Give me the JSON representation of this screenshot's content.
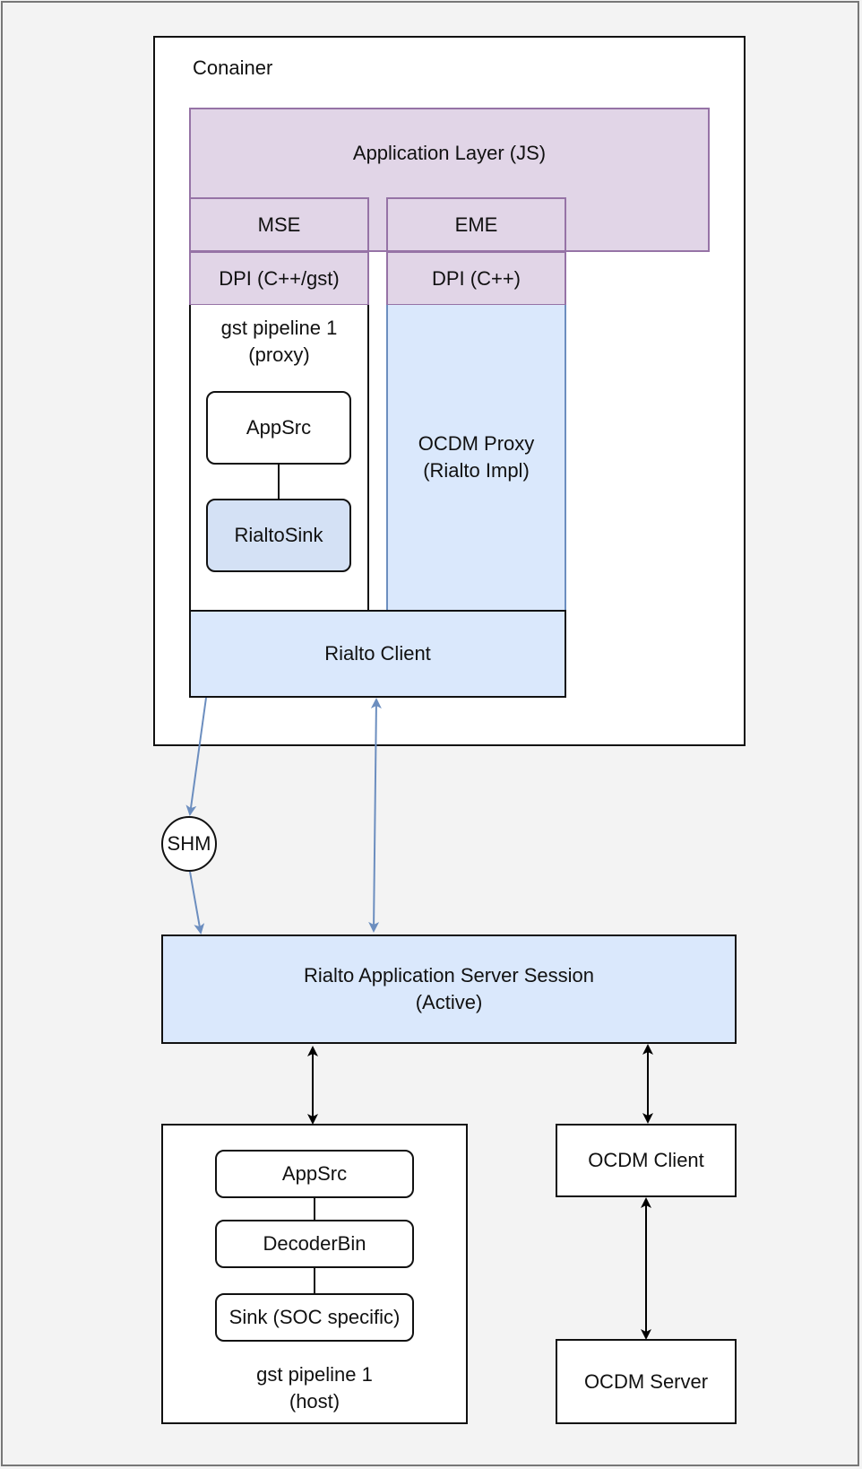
{
  "container": {
    "label": "Conainer"
  },
  "app_layer": {
    "label": "Application Layer (JS)"
  },
  "mse": {
    "label": "MSE"
  },
  "eme": {
    "label": "EME"
  },
  "dpi_gst": {
    "label": "DPI (C++/gst)"
  },
  "dpi_cpp": {
    "label": "DPI (C++)"
  },
  "proxy_pipeline": {
    "label": "gst pipeline 1\n(proxy)"
  },
  "proxy_appsrc": {
    "label": "AppSrc"
  },
  "rialto_sink": {
    "label": "RialtoSink"
  },
  "ocdm_proxy": {
    "label": "OCDM Proxy\n(Rialto Impl)"
  },
  "rialto_client": {
    "label": "Rialto Client"
  },
  "shm": {
    "label": "SHM"
  },
  "server_session": {
    "label": "Rialto Application Server Session\n(Active)"
  },
  "host_pipeline": {
    "label": "gst pipeline 1\n(host)",
    "appsrc": "AppSrc",
    "decoderbin": "DecoderBin",
    "sink": "Sink (SOC specific)"
  },
  "ocdm_client": {
    "label": "OCDM Client"
  },
  "ocdm_server": {
    "label": "OCDM Server"
  },
  "colors": {
    "purple_fill": "#e1d5e7",
    "purple_stroke": "#9673a6",
    "blue_fill": "#dae8fc",
    "blue_stroke": "#6c8ebf",
    "background": "#f3f3f3"
  }
}
